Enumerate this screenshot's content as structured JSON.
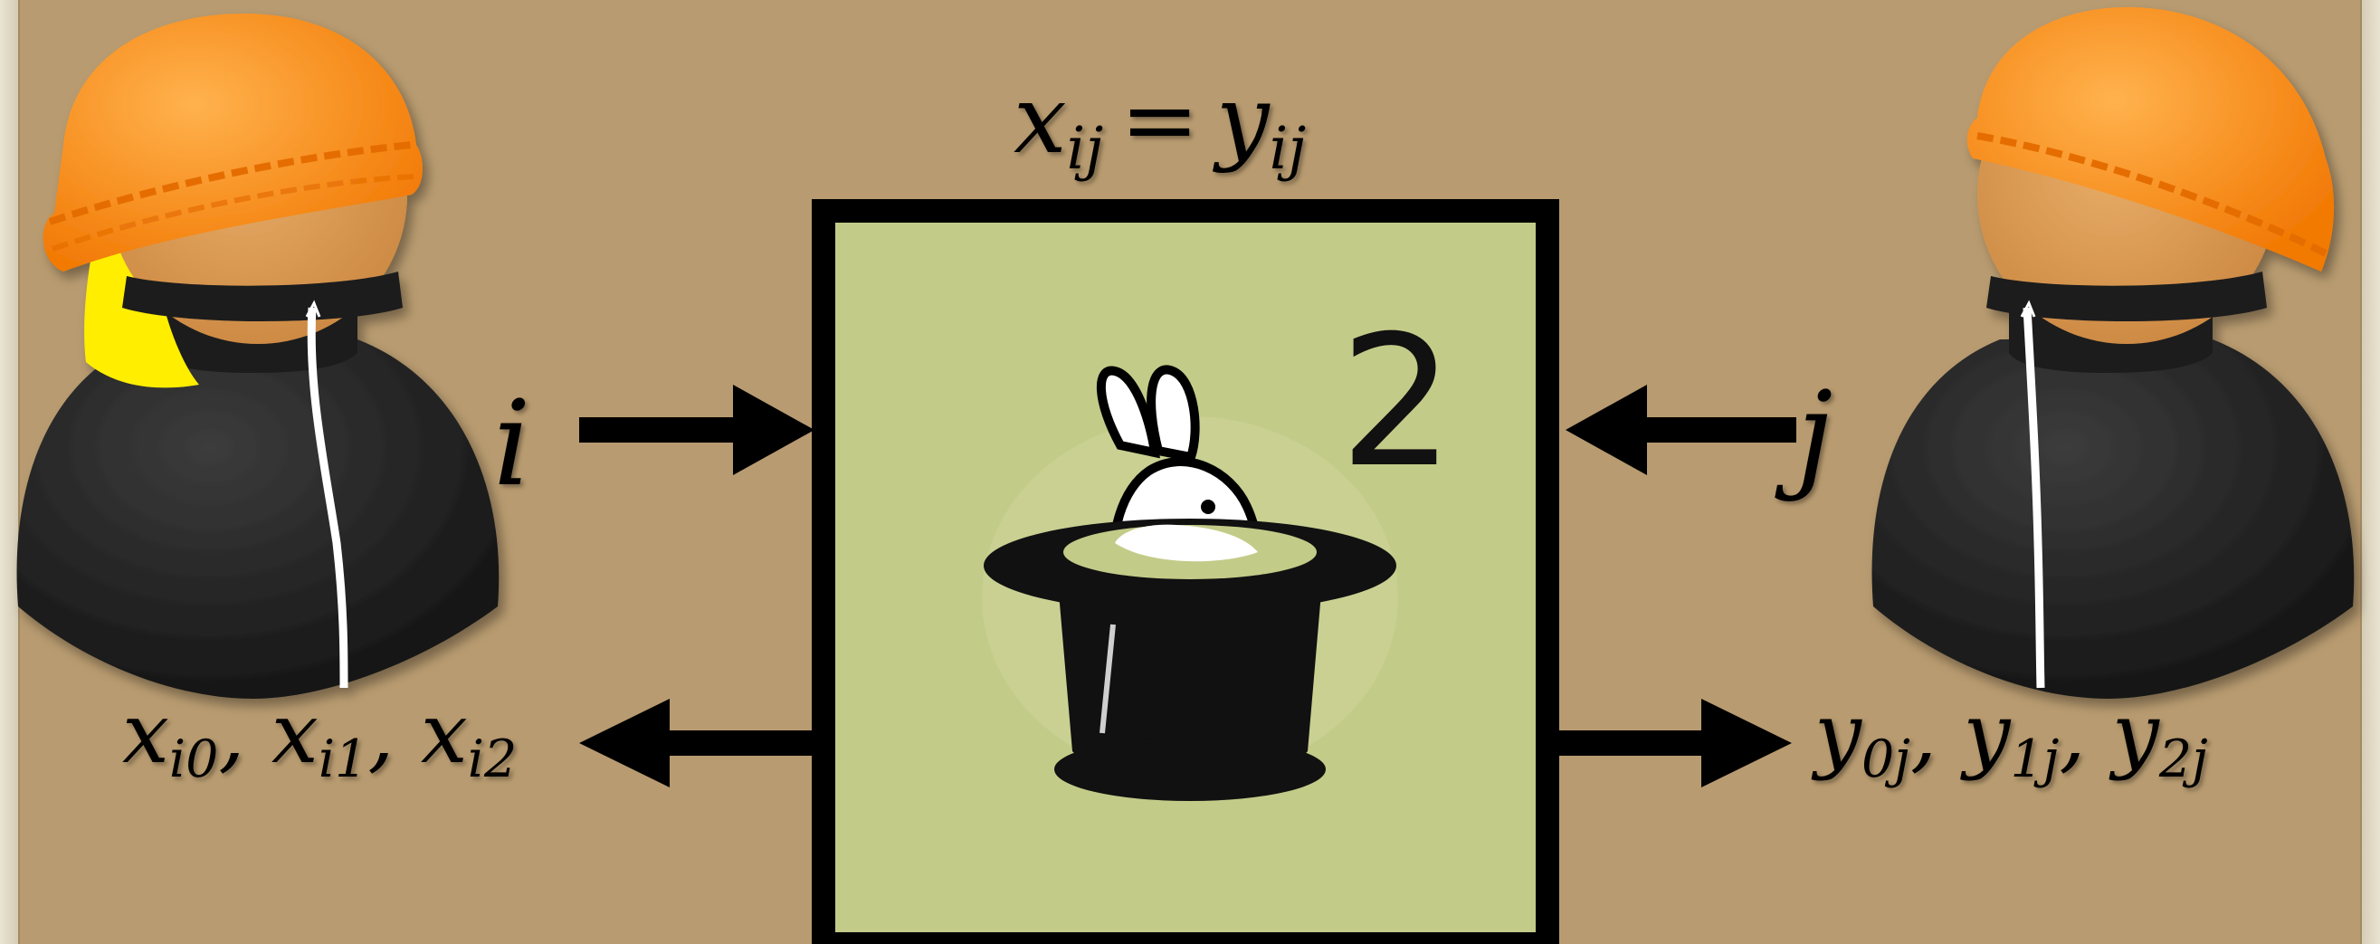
{
  "equation": {
    "lhs": "x",
    "lhs_sub": "ij",
    "op": "=",
    "rhs": "y",
    "rhs_sub": "ij"
  },
  "left_party": {
    "input_label": "i",
    "outputs": [
      {
        "var": "x",
        "sub": "i0"
      },
      {
        "var": "x",
        "sub": "i1"
      },
      {
        "var": "x",
        "sub": "i2"
      }
    ]
  },
  "right_party": {
    "input_label": "j",
    "outputs": [
      {
        "var": "y",
        "sub": "0j"
      },
      {
        "var": "y",
        "sub": "1j"
      },
      {
        "var": "y",
        "sub": "2j"
      }
    ]
  },
  "box": {
    "number": "2",
    "icon": "magic-hat-rabbit-icon",
    "fill": "#c3cb88",
    "border": "#000000"
  },
  "colors": {
    "background": "#b89b70",
    "hat": "#ff8c1a",
    "hair": "#ffee00",
    "face": "#d99a55",
    "body": "#222222"
  },
  "icons": [
    "person-icon",
    "arrow-right-icon",
    "arrow-left-icon",
    "magic-hat-rabbit-icon"
  ]
}
